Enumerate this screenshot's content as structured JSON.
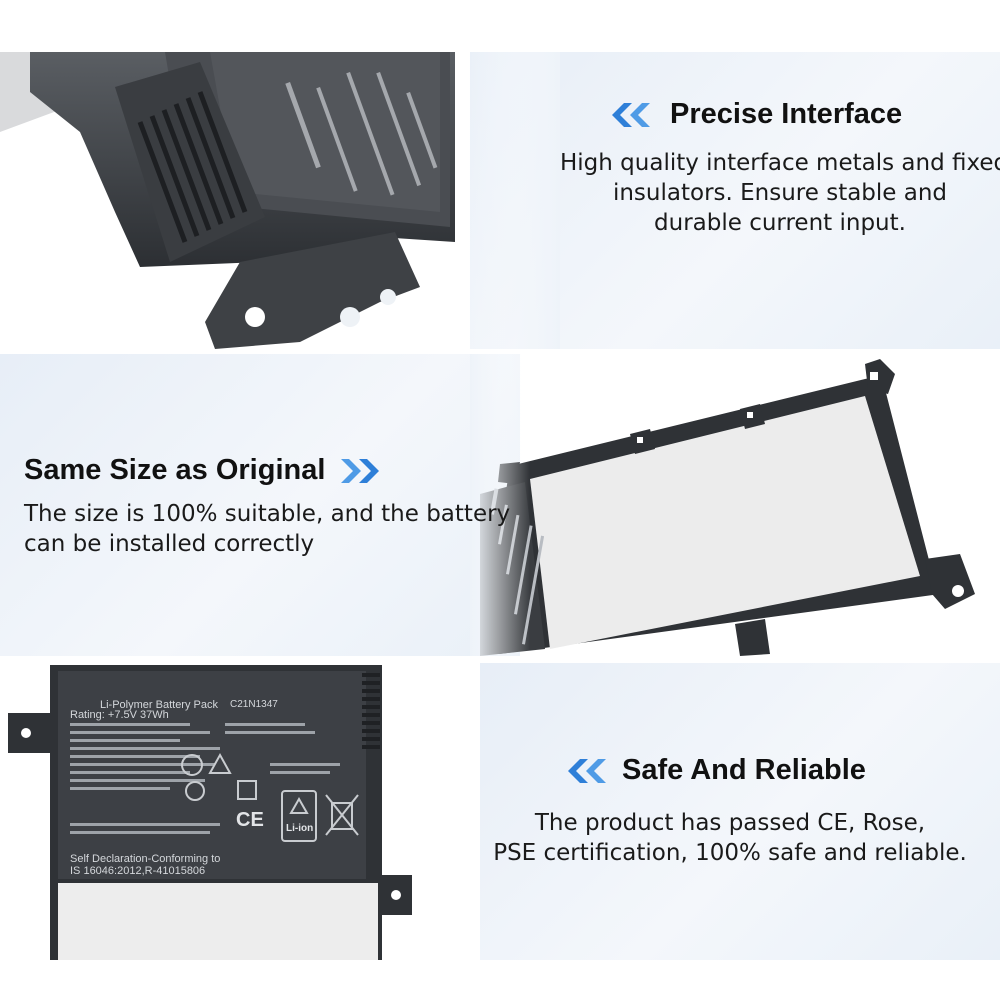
{
  "colors": {
    "accent": "#2e7fd8",
    "text": "#111111",
    "panel_bg": "#eef3f9"
  },
  "sections": [
    {
      "id": "precise-interface",
      "title": "Precise Interface",
      "icon": "double-chevron-left-icon",
      "lines": [
        "High quality interface metals and fixed",
        "insulators. Ensure stable and",
        "durable current input."
      ]
    },
    {
      "id": "same-size",
      "title": "Same Size as Original",
      "icon": "double-chevron-right-icon",
      "lines": [
        "The size is 100% suitable, and the battery",
        "can be installed correctly"
      ]
    },
    {
      "id": "safe-reliable",
      "title": "Safe And Reliable",
      "icon": "double-chevron-left-icon",
      "lines": [
        "The product has passed CE, Rose,",
        "PSE certification, 100% safe and reliable."
      ]
    }
  ],
  "label": {
    "pack": "Li-Polymer Battery Pack",
    "rating": "Rating: +7.5V    37Wh",
    "model": "C21N1347",
    "li_ion": "Li-ion",
    "ce": "CE",
    "declaration_1": "Self Declaration-Conforming to",
    "declaration_2": "IS 16046:2012,R-41015806"
  }
}
